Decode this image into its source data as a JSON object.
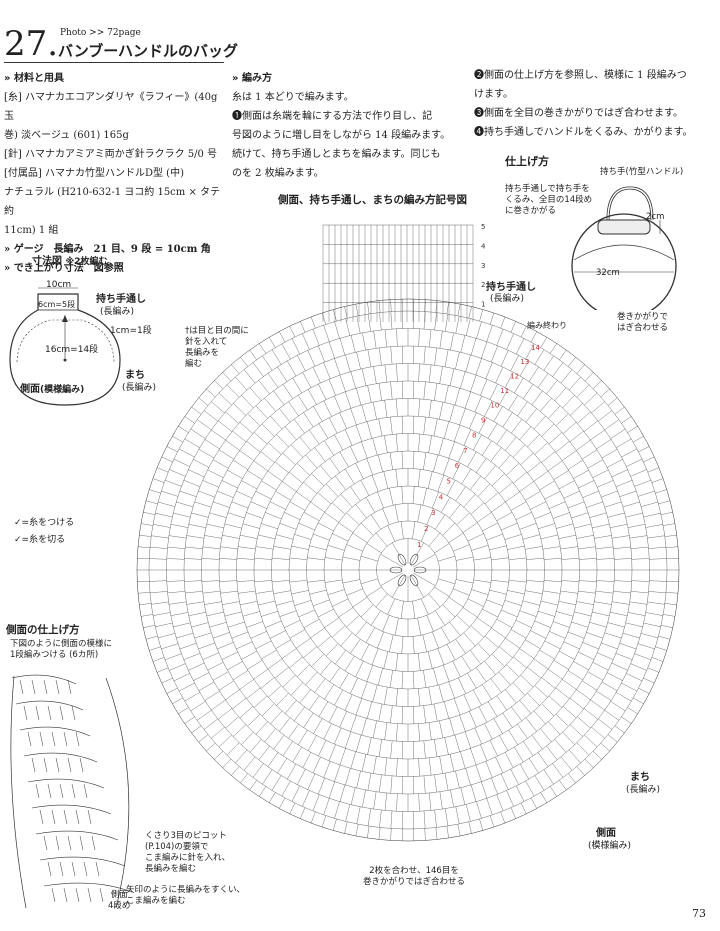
{
  "header": {
    "number": "27.",
    "photo_ref": "Photo >> 72page",
    "title": "バンブーハンドルのバッグ"
  },
  "materials": {
    "heading": "» 材料と用具",
    "lines": [
      "[糸] ハマナカエコアンダリヤ《ラフィー》(40g 玉",
      "巻) 淡ベージュ (601) 165g",
      "[針] ハマナカアミアミ両かぎ針ラクラク 5/0 号",
      "[付属品] ハマナカ竹型ハンドルD型 (中)",
      "ナチュラル (H210-632-1 ヨコ約 15cm × タテ約",
      "11cm) 1 組",
      "» ゲージ　長編み　21 目、9 段 = 10cm 角",
      "» でき上がり寸法　図参照"
    ]
  },
  "howto": {
    "heading": "» 編み方",
    "lines": [
      "糸は 1 本どりで編みます。",
      "❶側面は糸端を輪にする方法で作り目し、記",
      "号図のように増し目をしながら 14 段編みます。",
      "続けて、持ち手通しとまちを編みます。同じも",
      "のを 2 枚編みます。"
    ],
    "lines_right": [
      "❷側面の仕上げ方を参照し、模様に 1 段編みつ",
      "けます。",
      "❸側面を全目の巻きかがりではぎ合わせます。",
      "❹持ち手通しでハンドルをくるみ、かがります。"
    ]
  },
  "dimension": {
    "title": "寸法図",
    "note": "※2枚編む",
    "w10": "10cm",
    "w6": "6cm=5段",
    "handle_label": "持ち手通し",
    "handle_sub": "(長編み)",
    "row1": "1cm=1段",
    "radius": "16cm=14段",
    "side_label": "側面",
    "side_sub": "(模様編み)",
    "gusset_label": "まち",
    "gusset_sub": "(長編み)"
  },
  "diagram": {
    "title": "側面、持ち手通し、まちの編み方記号図",
    "handle_label": "持ち手通し",
    "handle_sub": "(長編み)",
    "end_label": "編み終わり",
    "note_lines": [
      "†は目と目の間に",
      "針を入れて",
      "長編みを",
      "編む"
    ],
    "gusset_label": "まち",
    "gusset_sub": "(長編み)",
    "side_label": "側面",
    "side_sub": "(模様編み)",
    "bottom_note": [
      "2枚を合わせ、146目を",
      "巻きかがりではぎ合わせる"
    ],
    "row_nums": [
      "14",
      "13",
      "12",
      "11",
      "10",
      "9",
      "8",
      "7",
      "6",
      "5",
      "4",
      "3",
      "2",
      "1"
    ],
    "handle_rows": [
      "5",
      "4",
      "3",
      "2",
      "1"
    ]
  },
  "legend": {
    "attach": "=糸をつける",
    "cut": "=糸を切る"
  },
  "finish": {
    "title": "仕上げ方",
    "handle_label": "持ち手(竹型ハンドル)",
    "wrap_lines": [
      "持ち手通しで持ち手を",
      "くるみ、全目の14段め",
      "に巻きかがる"
    ],
    "dim2": "2cm",
    "dim32": "32cm",
    "seam_lines": [
      "巻きかがりで",
      "はぎ合わせる"
    ]
  },
  "side_finish": {
    "title": "側面の仕上げ方",
    "lines": [
      "下図のように側面の模様に",
      "1段編みつける (6カ所)"
    ],
    "picot_lines": [
      "くさり3目のピコット",
      "(P.104)の要領で",
      "こま編みに針を入れ、",
      "長編みを編む"
    ],
    "arrow_lines": [
      "矢印のように長編みをすくい、",
      "こま編みを編む"
    ],
    "side4_lines": [
      "側面",
      "4段め"
    ]
  },
  "page_number": "73"
}
